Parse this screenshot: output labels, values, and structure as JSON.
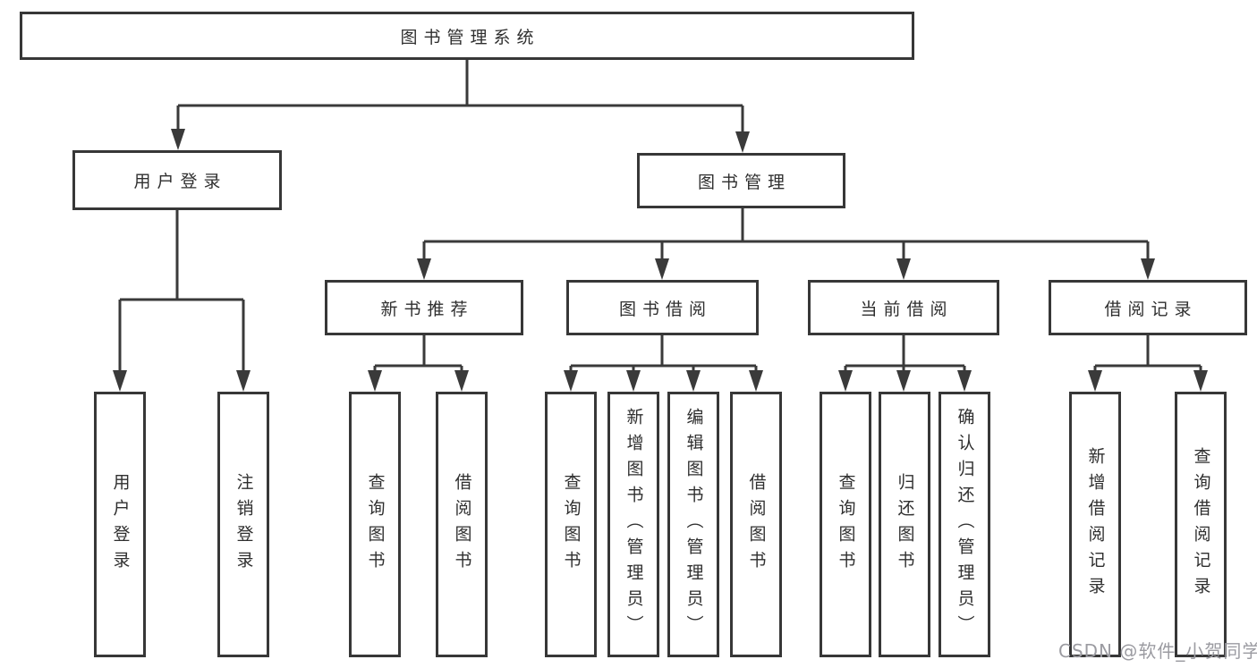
{
  "diagram": {
    "title": "图书管理系统",
    "branches": [
      {
        "label": "用户登录",
        "leaves": [
          "用户登录",
          "注销登录"
        ]
      },
      {
        "label": "图书管理",
        "groups": [
          {
            "label": "新书推荐",
            "leaves": [
              "查询图书",
              "借阅图书"
            ]
          },
          {
            "label": "图书借阅",
            "leaves": [
              "查询图书",
              "新增图书（管理员）",
              "编辑图书（管理员）",
              "借阅图书"
            ]
          },
          {
            "label": "当前借阅",
            "leaves": [
              "查询图书",
              "归还图书",
              "确认归还（管理员）"
            ]
          },
          {
            "label": "借阅记录",
            "leaves": [
              "新增借阅记录",
              "查询借阅记录"
            ]
          }
        ]
      }
    ]
  },
  "colors": {
    "line": "#3a3a3a",
    "box_border": "#373737",
    "text": "#2f2f2f",
    "watermark": "#9b9ba1"
  },
  "watermark": {
    "text": "CSDN @软件_小贺同学"
  }
}
